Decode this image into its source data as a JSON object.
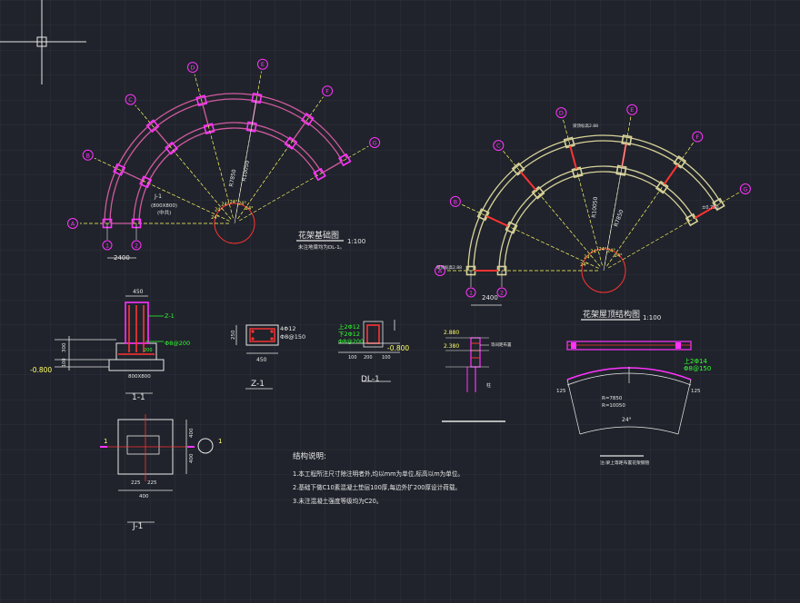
{
  "colors": {
    "background": "#20232b",
    "grid": "#2e323c",
    "white": "#e8e8e8",
    "magenta": "#ff33ff",
    "yellow": "#ffff66",
    "green": "#33ff33",
    "red": "#ff3333",
    "cyan": "#66ffff",
    "pink": "#d05aa0",
    "beige": "#d8d39a"
  },
  "plan_left": {
    "title": "花架基础图",
    "scale": "1:100",
    "subtitle": "未注地梁均为DL-1。",
    "axis_labels": [
      "A",
      "B",
      "C",
      "D",
      "E",
      "F",
      "G"
    ],
    "row_labels": [
      "1",
      "2"
    ],
    "dim_width": "2400",
    "radius_outer": "R7850",
    "radius_inner": "R10050",
    "angle_labels": [
      "24°",
      "24°",
      "24°",
      "24°",
      "24°",
      "24°"
    ],
    "foundation_tag": "J-1",
    "foundation_size": "(800X800)",
    "foundation_note": "(中共)"
  },
  "plan_right": {
    "title": "花架屋顶结构图",
    "scale": "1:100",
    "axis_labels": [
      "A",
      "B",
      "C",
      "D",
      "E",
      "F",
      "G"
    ],
    "row_labels": [
      "1",
      "2"
    ],
    "dim_width": "2400",
    "radius_outer": "R7850",
    "radius_inner": "R10050",
    "angle_labels": [
      "24°",
      "24°",
      "24°",
      "24°",
      "24°",
      "24°"
    ],
    "beam_note_top": "梁顶标高2.88",
    "beam_note_right": "±0.750",
    "beam_note_left": "梁顶标高2.88"
  },
  "section_1_1": {
    "title": "1-1",
    "dim_top": "450",
    "label_column": "Z-1",
    "label_rebar": "Φ8@200",
    "label_base": "800X800",
    "elevation": "-0.800",
    "dim_left_a": "300",
    "dim_left_b": "100",
    "label_small": "200"
  },
  "section_z1": {
    "title": "Z-1",
    "dim_side": "250",
    "dim_bottom": "450",
    "label_a": "4Φ12",
    "label_b": "Φ8@150"
  },
  "section_dl1": {
    "title": "DL-1",
    "label_a": "上2Φ12",
    "label_b": "下2Φ12",
    "label_c": "Φ8@200",
    "elevation": "-0.800",
    "dim_a": "100",
    "dim_b": "200",
    "dim_c": "100"
  },
  "section_mid": {
    "elev_top": "2.880",
    "elev_bottom": "2.380",
    "label_right": "等间距布置",
    "label_bottom": "柱"
  },
  "elevation_right": {
    "label_a": "上2Φ14",
    "label_b": "Φ8@150",
    "radius_a": "R=7850",
    "radius_b": "R=10050",
    "angle": "24°",
    "dim_a": "125",
    "dim_b": "125",
    "note": "注:梁上等距布置花架钢管"
  },
  "foundation_j1": {
    "title": "J-1",
    "marker": "1",
    "dim_a": "225",
    "dim_b": "225",
    "dim_bottom": "400",
    "dim_right_a": "400",
    "dim_right_b": "400"
  },
  "notes": {
    "heading": "结构说明:",
    "lines": [
      "1.本工程所注尺寸除注明者外,均以mm为单位,标高以m为单位。",
      "2.基础下做C10素混凝土垫层100厚,每边外扩200厚设计荷载。",
      "3.未注混凝土强度等级均为C20。"
    ]
  }
}
